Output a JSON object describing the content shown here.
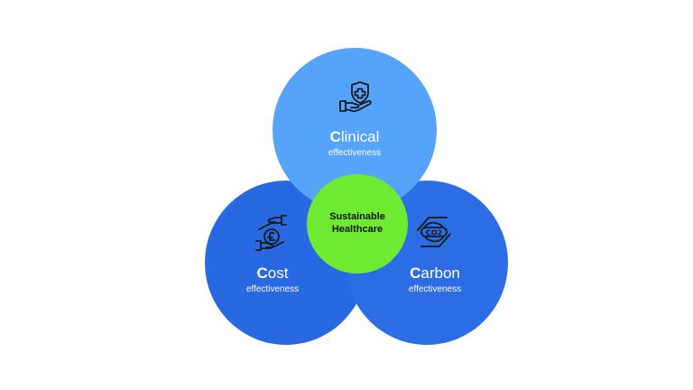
{
  "colors": {
    "clinical": "#55A3FA",
    "cost": "#2868E2",
    "carbon": "#2C6DE5",
    "core": "#6EEB30",
    "icon_stroke": "#1A1A1A"
  },
  "clinical": {
    "initial": "C",
    "rest": "linical",
    "sub": "effectiveness",
    "icon": "shield-hand-icon"
  },
  "cost": {
    "initial": "C",
    "rest": "ost",
    "sub": "effectiveness",
    "icon": "pound-coin-hand-icon"
  },
  "carbon": {
    "initial": "C",
    "rest": "arbon",
    "sub": "effectiveness",
    "icon": "co2-hand-icon",
    "icon_text": "CO2"
  },
  "core": {
    "line1": "Sustainable",
    "line2": "Healthcare"
  }
}
